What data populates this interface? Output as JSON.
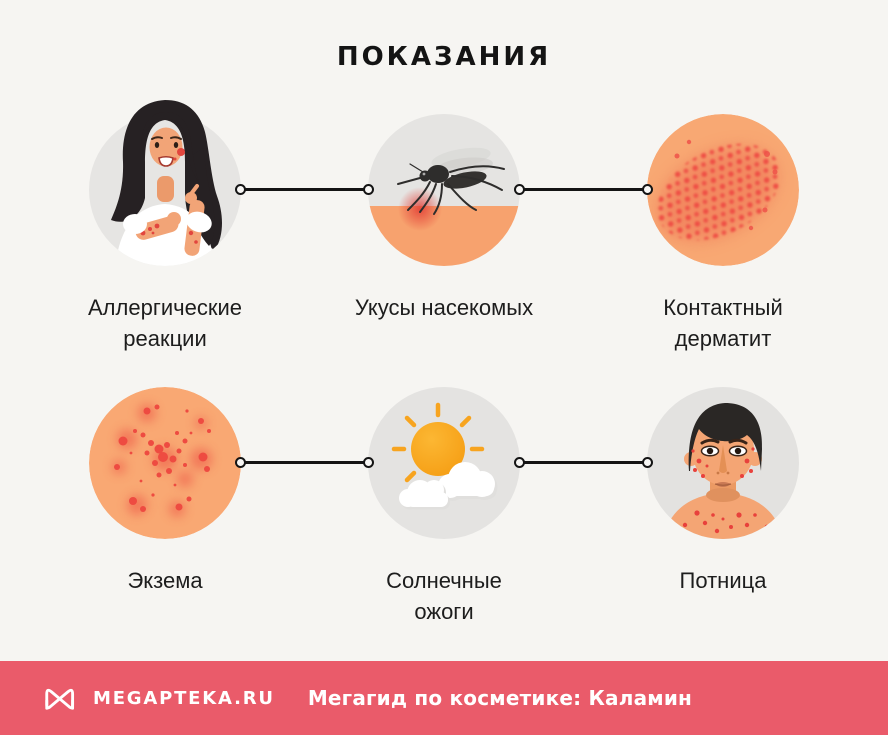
{
  "title": "ПОКАЗАНИЯ",
  "items": [
    {
      "icon": "allergic-reaction",
      "label": "Аллергические реакции",
      "lines": [
        "Аллергические",
        "реакции"
      ]
    },
    {
      "icon": "insect-bite",
      "label": "Укусы насекомых",
      "lines": [
        "Укусы насекомых"
      ]
    },
    {
      "icon": "contact-dermatitis",
      "label": "Контактный дерматит",
      "lines": [
        "Контактный",
        "дерматит"
      ]
    },
    {
      "icon": "eczema",
      "label": "Экзема",
      "lines": [
        "Экзема"
      ]
    },
    {
      "icon": "sunburn",
      "label": "Солнечные ожоги",
      "lines": [
        "Солнечные",
        "ожоги"
      ]
    },
    {
      "icon": "heat-rash",
      "label": "Потница",
      "lines": [
        "Потница"
      ]
    }
  ],
  "footer": {
    "brand": "MEGAPTEKA.RU",
    "caption": "Мегагид по косметике: Каламин"
  },
  "colors": {
    "background": "#f6f5f2",
    "footer_bg": "#ea5b6a",
    "circle_gray": "#e6e5e3",
    "skin": "#f8a873",
    "rash_red": "#ef5349",
    "spot_red": "#e8413c",
    "sun_orange": "#f7a41f",
    "connector": "#141414",
    "text": "#1d1d1d"
  }
}
